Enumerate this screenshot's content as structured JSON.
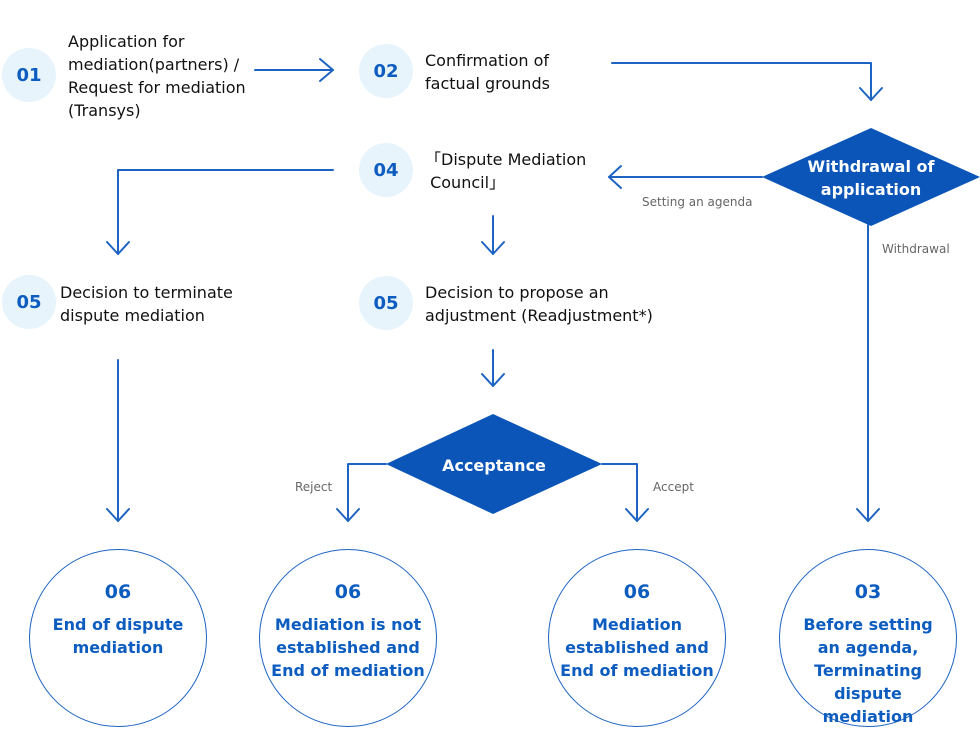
{
  "steps": {
    "s01": {
      "number": "01",
      "label": "Application for\nmediation(partners) /\nRequest for mediation\n(Transys)"
    },
    "s02": {
      "number": "02",
      "label": "Confirmation of\nfactual grounds"
    },
    "s04": {
      "number": "04",
      "label": "「Dispute Mediation\n Council」"
    },
    "s05_terminate": {
      "number": "05",
      "label": "Decision to terminate\ndispute mediation"
    },
    "s05_propose": {
      "number": "05",
      "label": "Decision to propose an\nadjustment (Readjustment*)"
    }
  },
  "decisions": {
    "withdrawal": "Withdrawal of\napplication",
    "acceptance": "Acceptance"
  },
  "edge_labels": {
    "setting_agenda": "Setting an agenda",
    "withdrawal": "Withdrawal",
    "reject": "Reject",
    "accept": "Accept"
  },
  "outcomes": [
    {
      "number": "06",
      "text": "End of dispute\nmediation"
    },
    {
      "number": "06",
      "text": "Mediation is not\nestablished and\nEnd of mediation"
    },
    {
      "number": "06",
      "text": "Mediation\nestablished and\nEnd of mediation"
    },
    {
      "number": "03",
      "text": "Before setting\nan agenda,\nTerminating dispute\nmediation"
    }
  ],
  "colors": {
    "accent": "#0d5cbf",
    "line": "#1d64c2",
    "badge_bg": "#e7f4fb",
    "diamond": "#0b55b8"
  }
}
